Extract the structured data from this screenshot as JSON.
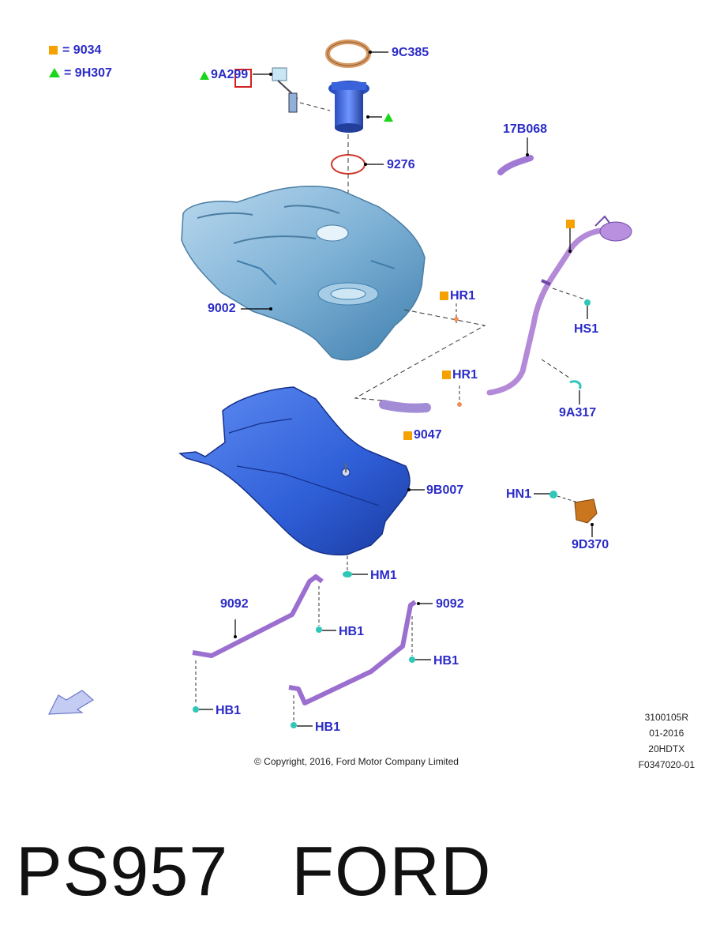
{
  "legend": {
    "square": {
      "eq": "=",
      "code": "9034"
    },
    "triangle": {
      "eq": "=",
      "code": "9H307"
    }
  },
  "labels": {
    "p9C385": "9C385",
    "p9A299": "9A299",
    "p17B068": "17B068",
    "p9276": "9276",
    "p9002": "9002",
    "pHR1a": "HR1",
    "pHS1": "HS1",
    "pHR1b": "HR1",
    "p9A317": "9A317",
    "p9047": "9047",
    "p9B007": "9B007",
    "pHN1": "HN1",
    "p9D370": "9D370",
    "pHM1": "HM1",
    "p9092a": "9092",
    "p9092b": "9092",
    "pHB1a": "HB1",
    "pHB1b": "HB1",
    "pHB1c": "HB1",
    "pHB1d": "HB1"
  },
  "meta": {
    "line1": "3100105R",
    "line2": "01-2016",
    "line3": "20HDTX",
    "line4": "F0347020-01"
  },
  "copyright": "© Copyright, 2016, Ford Motor Company Limited",
  "caption": {
    "part": "PS957",
    "brand": "FORD"
  },
  "colors": {
    "label": "#2b2bc8",
    "square_marker": "#f5a100",
    "triangle_marker": "#19d619",
    "tank": "#7fb2d6",
    "shield": "#2f5fd8",
    "filler": "#b48ad8",
    "strap": "#9b6fd0",
    "clip": "#2fc7b8"
  },
  "icons": [
    "square-marker-icon",
    "triangle-marker-icon",
    "direction-arrow-icon"
  ]
}
